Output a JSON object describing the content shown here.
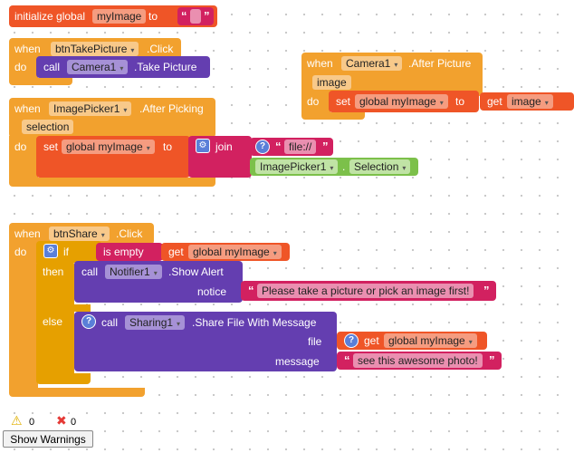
{
  "blocks": {
    "init": {
      "label": "initialize global",
      "var": "myImage",
      "to": "to",
      "quote_open": "“",
      "quote_close": "”"
    },
    "take_picture_event": {
      "when": "when",
      "component": "btnTakePicture",
      "event": ".Click",
      "do": "do",
      "call": "call",
      "target": "Camera1",
      "method": ".Take Picture"
    },
    "camera_event": {
      "when": "when",
      "component": "Camera1",
      "event": ".After Picture",
      "param": "image",
      "do": "do",
      "set": "set",
      "var": "global myImage",
      "to": "to",
      "get": "get",
      "get_var": "image"
    },
    "imagepicker_event": {
      "when": "when",
      "component": "ImagePicker1",
      "event": ".After Picking",
      "param": "selection",
      "do": "do",
      "set": "set",
      "var": "global myImage",
      "to": "to",
      "join": "join",
      "text_value": "file://",
      "quote_open": "“",
      "quote_close": "”",
      "prop_component": "ImagePicker1",
      "prop_dot": ".",
      "prop_name": "Selection"
    },
    "share_event": {
      "when": "when",
      "component": "btnShare",
      "event": ".Click",
      "do": "do",
      "if": "if",
      "then": "then",
      "else": "else",
      "is_empty": "is empty",
      "get": "get",
      "get_var": "global myImage",
      "call": "call",
      "notifier": "Notifier1",
      "notifier_method": ".Show Alert",
      "notice": "notice",
      "notice_text": "Please take a picture or pick an image first!",
      "sharing": "Sharing1",
      "sharing_method": ".Share File With Message",
      "file": "file",
      "file_get": "get",
      "file_var": "global myImage",
      "message": "message",
      "message_text": "see this awesome photo!",
      "quote_open": "“",
      "quote_close": "”"
    }
  },
  "warnings": {
    "warning_count": "0",
    "error_count": "0",
    "button_label": "Show Warnings"
  },
  "icons": {
    "help": "?",
    "gear": "⚙",
    "dropdown": "▾",
    "warning": "⚠",
    "error": "✖"
  },
  "colors": {
    "control": "#f2a12e",
    "component_call": "#643eb0",
    "variable": "#ef5527",
    "text": "#d22160",
    "component_prop": "#7cc04a"
  }
}
